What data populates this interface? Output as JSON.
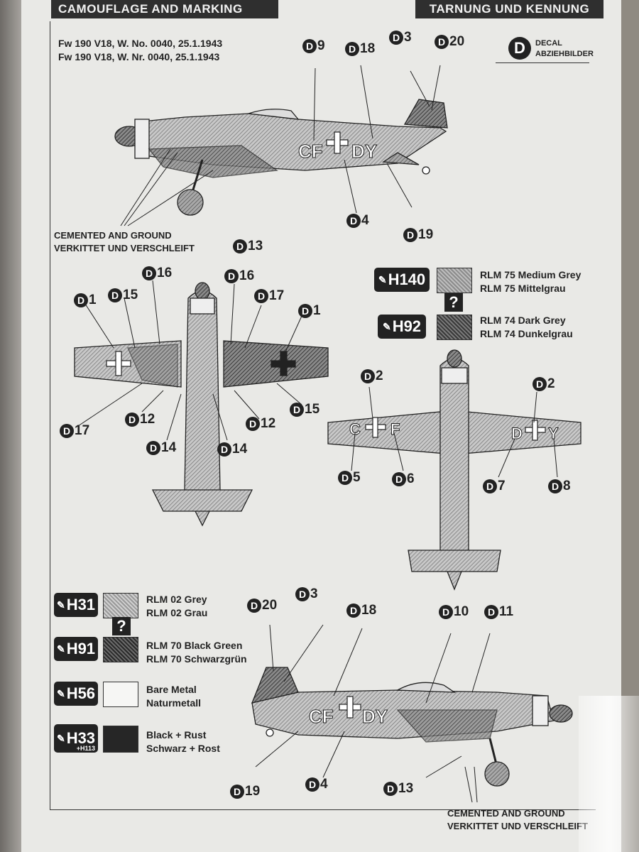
{
  "header": {
    "left_title": "CAMOUFLAGE AND MARKING",
    "right_title": "TARNUNG UND KENNUNG"
  },
  "aircraft": {
    "line1": "Fw 190 V18, W. No. 0040, 25.1.1943",
    "line2": "Fw 190 V18, W. Nr. 0040, 25.1.1943"
  },
  "decal_badge": {
    "letter": "D",
    "line1": "DECAL",
    "line2": "ABZIEHBILDER"
  },
  "callouts": {
    "top_d9": "9",
    "top_d18": "18",
    "top_d3": "3",
    "top_d20": "20",
    "top_d4": "4",
    "top_d19": "19",
    "top_d13": "13",
    "plan_d16a": "16",
    "plan_d16b": "16",
    "plan_d1a": "1",
    "plan_d15a": "15",
    "plan_d17a": "17",
    "plan_d1b": "1",
    "plan_d17b": "17",
    "plan_d12a": "12",
    "plan_d14a": "14",
    "plan_d14b": "14",
    "plan_d12b": "12",
    "plan_d15b": "15",
    "under_d2a": "2",
    "under_d2b": "2",
    "under_d5": "5",
    "under_d6": "6",
    "under_d7": "7",
    "under_d8": "8",
    "bot_d3": "3",
    "bot_d20": "20",
    "bot_d18": "18",
    "bot_d10": "10",
    "bot_d11": "11",
    "bot_d19": "19",
    "bot_d4": "4",
    "bot_d13": "13"
  },
  "notes": {
    "cemented_top_en": "CEMENTED AND GROUND",
    "cemented_top_de": "VERKITTET UND VERSCHLEIFT",
    "cemented_bot_en": "CEMENTED AND GROUND",
    "cemented_bot_de": "VERKITTET UND VERSCHLEIFT"
  },
  "paints_right": [
    {
      "code": "H140",
      "en": "RLM 75 Medium Grey",
      "de": "RLM 75 Mittelgrau"
    },
    {
      "code": "H92",
      "en": "RLM 74 Dark Grey",
      "de": "RLM 74 Dunkelgrau"
    }
  ],
  "paints_left": [
    {
      "code": "H31",
      "en": "RLM 02 Grey",
      "de": "RLM 02 Grau"
    },
    {
      "code": "H91",
      "en": "RLM 70 Black Green",
      "de": "RLM 70 Schwarzgrün"
    },
    {
      "code": "H56",
      "en": "Bare Metal",
      "de": "Naturmetall"
    },
    {
      "code": "H33",
      "sub": "+H113",
      "en": "Black + Rust",
      "de": "Schwarz + Rost"
    }
  ],
  "mix_marker": "?",
  "fuselage_codes": {
    "left": "CF",
    "right": "DY"
  },
  "underside_codes": {
    "left": "C",
    "left2": "F",
    "right": "D",
    "right2": "Y"
  },
  "colors": {
    "ink": "#222222",
    "paper": "#e9e9e6"
  }
}
